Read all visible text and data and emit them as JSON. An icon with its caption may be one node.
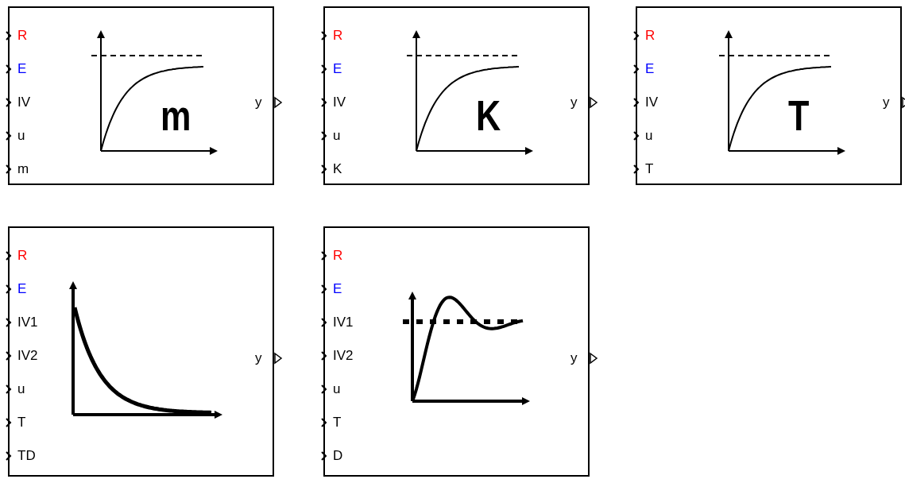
{
  "diagram": {
    "nodes": [
      {
        "text": [
          "R",
          "E",
          "IV",
          "u",
          "m",
          "m",
          "y"
        ]
      },
      {
        "text": [
          "R",
          "E",
          "IV",
          "u",
          "K",
          "K",
          "y"
        ]
      },
      {
        "text": [
          "R",
          "E",
          "IV",
          "u",
          "T",
          "T",
          "y"
        ]
      },
      {
        "text": [
          "R",
          "E",
          "IV1",
          "IV2",
          "u",
          "T",
          "TD",
          "y"
        ]
      },
      {
        "text": [
          "R",
          "E",
          "IV1",
          "IV2",
          "u",
          "T",
          "D",
          "y"
        ]
      }
    ]
  }
}
